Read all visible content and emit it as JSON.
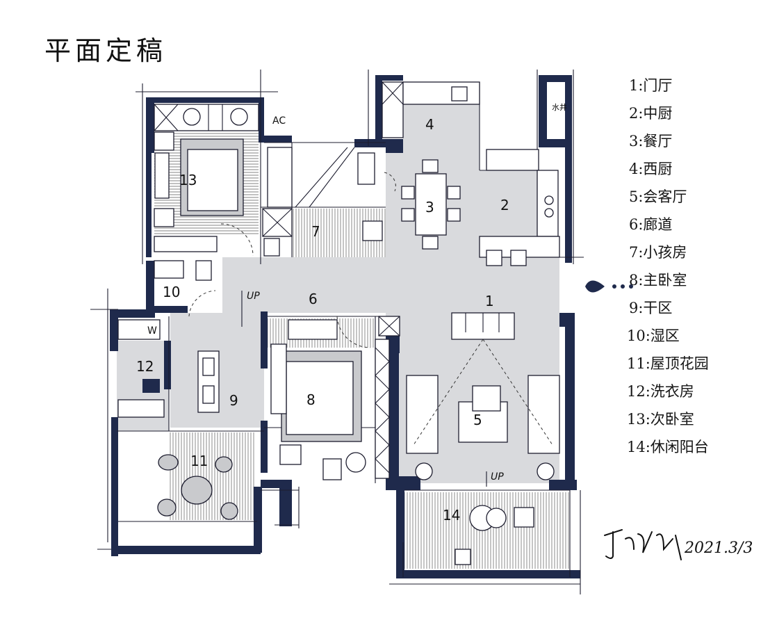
{
  "title": "平面定稿",
  "legend": [
    "1:门厅",
    "2:中厨",
    "3:餐厅",
    "4:西厨",
    "5:会客厅",
    "6:廊道",
    "7:小孩房",
    "8:主卧室",
    "9:干区",
    "10:湿区",
    "11:屋顶花园",
    "12:洗衣房",
    "13:次卧室",
    "14:休闲阳台"
  ],
  "room_numbers": [
    "1",
    "2",
    "3",
    "4",
    "5",
    "6",
    "7",
    "8",
    "9",
    "10",
    "11",
    "12",
    "13",
    "14"
  ],
  "plan_labels": {
    "ac": "AC",
    "water_shaft": "水井",
    "up_label": "UP",
    "washer": "W"
  },
  "signature": "2021.3/3",
  "colors": {
    "wall": "#1f2a4c",
    "floor": "#d9dadd"
  }
}
